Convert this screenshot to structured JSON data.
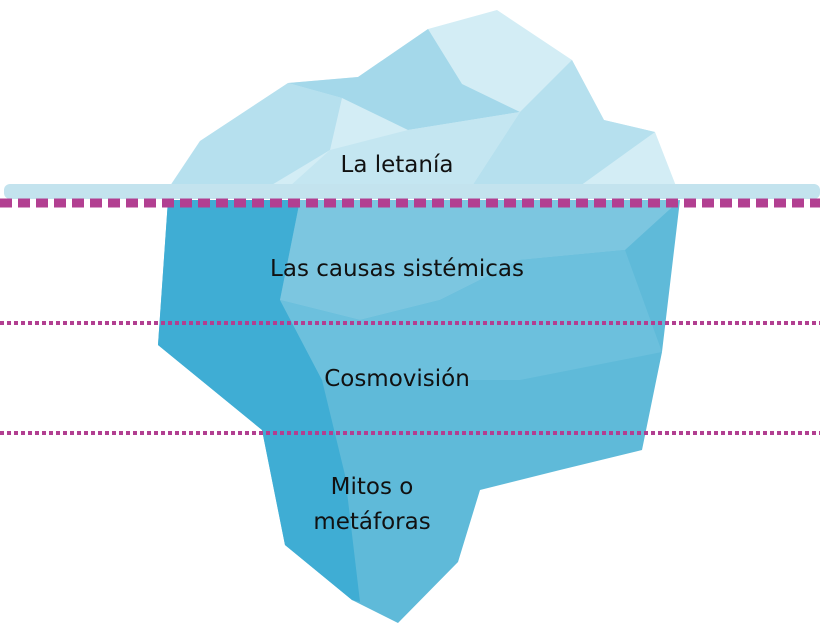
{
  "diagram": {
    "layers": [
      {
        "id": "layer-1",
        "label": "La letanía"
      },
      {
        "id": "layer-2",
        "label": "Las causas sistémicas"
      },
      {
        "id": "layer-3",
        "label": "Cosmovisión"
      },
      {
        "id": "layer-4",
        "label_lines": [
          "Mitos o",
          "metáforas"
        ]
      }
    ],
    "colors": {
      "ice_light": "#d3edf5",
      "ice_light_mid": "#b9e2ef",
      "ice_light_dark": "#a3d8e9",
      "waterline": "#c3e3ee",
      "ice_deep": "#5fbad9",
      "ice_deep_dark": "#3fadd4",
      "ice_deep_facet": "#7cc6e0",
      "divider": "#b23f91"
    }
  }
}
